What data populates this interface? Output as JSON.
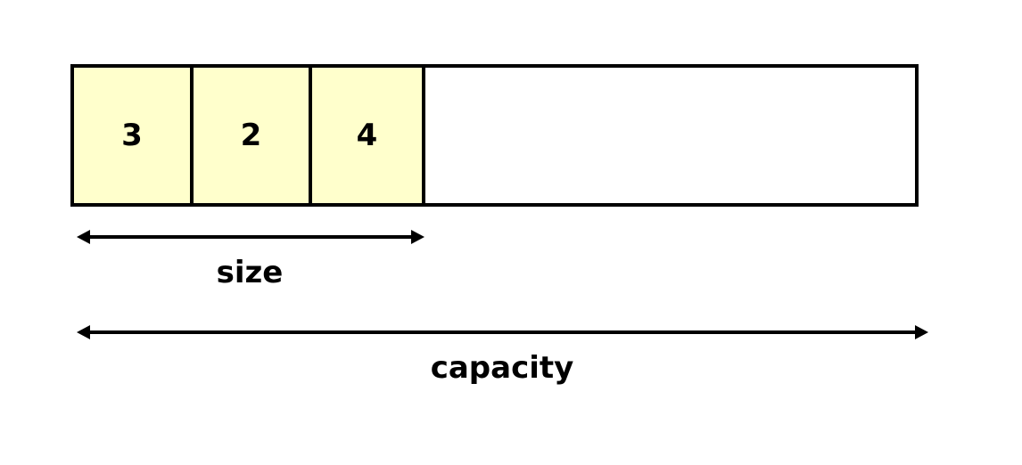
{
  "array": {
    "elements": [
      "3",
      "2",
      "4"
    ],
    "filled_color": "#ffffcc",
    "empty_color": "#ffffff",
    "border_color": "#000000"
  },
  "labels": {
    "size": "size",
    "capacity": "capacity"
  }
}
